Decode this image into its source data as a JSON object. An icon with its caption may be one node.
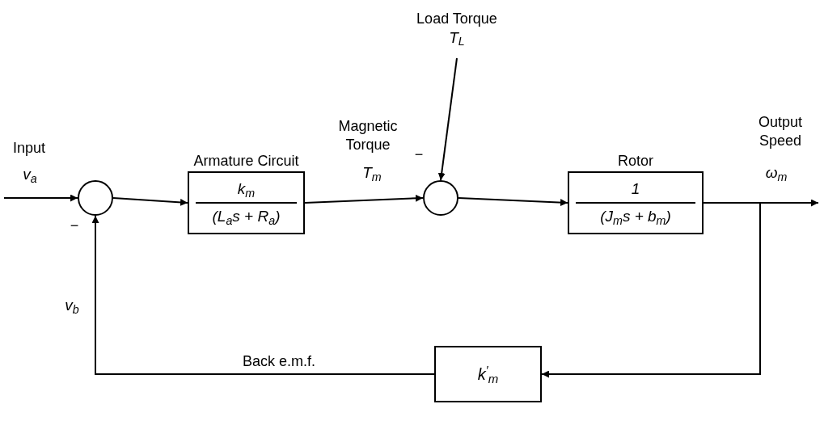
{
  "diagram": {
    "nodes": [
      {
        "text": [],
        "shape": "circle"
      },
      {
        "text": [
          "Armature Circuit",
          "k$_{m}$",
          "(L$_{a}$s + R$_{a}$)"
        ]
      },
      {
        "text": [
          "Load Torque",
          "T$_{L}$"
        ]
      },
      {
        "text": [],
        "shape": "circle"
      },
      {
        "text": [
          "Rotor",
          "1",
          "(J$_{m}$s + b$_{m}$)"
        ]
      },
      {
        "text": [
          "k$^{′}$$_{m}$"
        ]
      }
    ],
    "edges": [
      {
        "from": null,
        "to": 0,
        "arrow": "to"
      },
      {
        "from": 0,
        "to": 1,
        "arrow": "to"
      },
      {
        "from": 1,
        "to": 3,
        "arrow": "to"
      },
      {
        "from": 2,
        "to": 3,
        "arrow": "to"
      },
      {
        "from": 3,
        "to": 4,
        "arrow": "to"
      },
      {
        "from": 4,
        "to": null,
        "arrow": "to"
      },
      {
        "from": 4,
        "to": 5,
        "arrow": "to"
      },
      {
        "from": 5,
        "to": 0,
        "arrow": "to",
        "label": "Back e.m.f."
      }
    ],
    "labels": [
      "Input",
      "v$_{a}$",
      "−",
      "Magnetic Torque",
      "T$_{m}$",
      "−",
      "Output Speed",
      "ω$_{m}$",
      "v$_{b}$"
    ]
  }
}
